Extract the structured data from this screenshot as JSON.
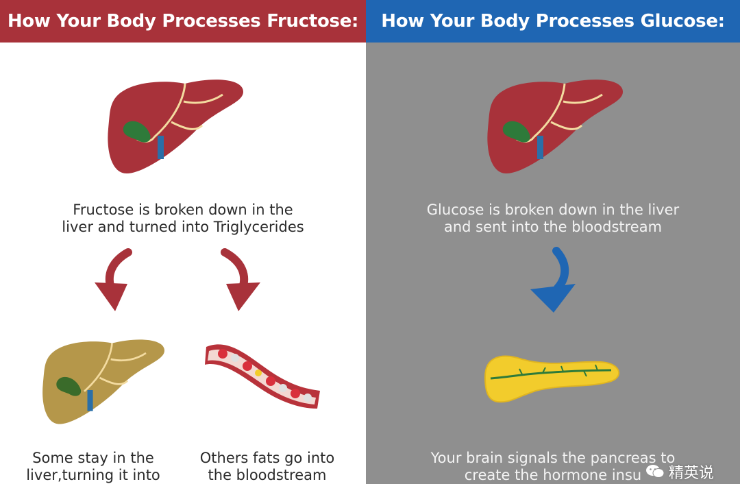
{
  "left": {
    "header": "How Your Body Processes Fructose:",
    "caption": "Fructose is broken down in the\nliver and turned into Triglycerides",
    "bottom_left": "Some stay in the\nliver,turning it into",
    "bottom_right": "Others fats go into\nthe bloodstream",
    "colors": {
      "header": "#a8323a",
      "liver": "#a8323a",
      "fatty_liver": "#b5974a",
      "arrow": "#a8323a"
    }
  },
  "right": {
    "header": "How Your Body Processes Glucose:",
    "caption": "Glucose is broken down in the liver\nand sent into the bloodstream",
    "bottom": "Your brain signals the pancreas to\ncreate the hormone insu",
    "colors": {
      "header": "#1f66b3",
      "background": "#8f8f8f",
      "arrow": "#1f66b3",
      "pancreas": "#f2cc2c"
    }
  },
  "watermark": {
    "text": "精英说",
    "icon": "wechat-icon"
  }
}
